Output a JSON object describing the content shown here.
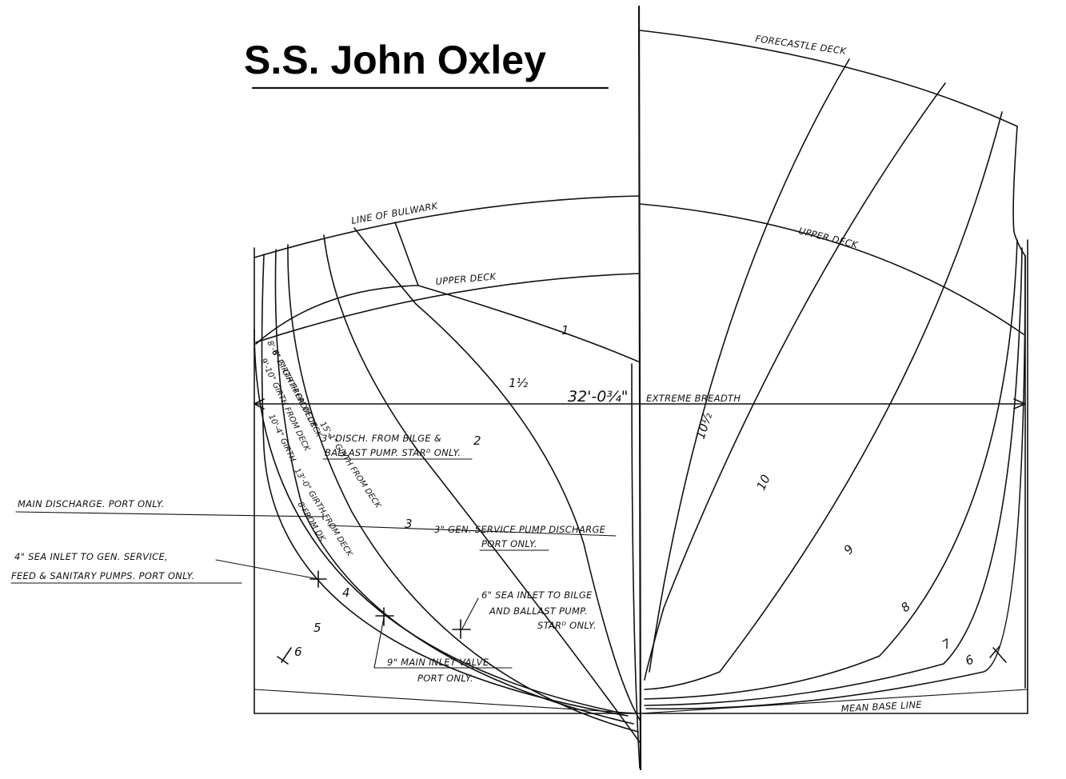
{
  "title": "S.S. John Oxley",
  "labels": {
    "forecastle_deck": "FORECASTLE DECK",
    "upper_deck_fwd": "UPPER DECK",
    "line_of_bulwark": "LINE OF BULWARK",
    "upper_deck_aft": "UPPER DECK",
    "extreme_breadth": "EXTREME BREADTH",
    "breadth_value": "32'-0¾\"",
    "mean_base_line": "MEAN BASE LINE"
  },
  "stations_aft": [
    "1",
    "1½",
    "2",
    "3",
    "4",
    "5",
    "6"
  ],
  "stations_fwd": [
    "10½",
    "10",
    "9",
    "8",
    "7",
    "6"
  ],
  "girths": [
    "8'-2\" GIRTH FROM DECK",
    "8'-6\" GIRTH FROM DECK",
    "9'-10\" GIRTH FROM DECK",
    "10'-4\" GIRTH",
    "15'-1\" GIRTH FROM DECK",
    "13'-0\" GIRTH FROM DECK",
    "8'FROM DK"
  ],
  "notes": {
    "disch_3in_line1": "3\" DISCH. FROM BILGE &",
    "disch_3in_line2": "BALLAST PUMP. STARᴰ ONLY.",
    "main_discharge": "MAIN DISCHARGE. PORT ONLY.",
    "gen_service_line1": "3\" GEN. SERVICE PUMP DISCHARGE",
    "gen_service_line2": "PORT ONLY.",
    "sea_inlet_4_line1": "4\" SEA INLET TO GEN. SERVICE,",
    "sea_inlet_4_line2": "FEED & SANITARY PUMPS. PORT ONLY.",
    "sea_inlet_6_line1": "6\" SEA INLET TO BILGE",
    "sea_inlet_6_line2": "AND BALLAST PUMP.",
    "sea_inlet_6_line3": "STARᴰ ONLY.",
    "main_inlet_9_line1": "9\" MAIN INLET VALVE.",
    "main_inlet_9_line2": "PORT ONLY."
  }
}
